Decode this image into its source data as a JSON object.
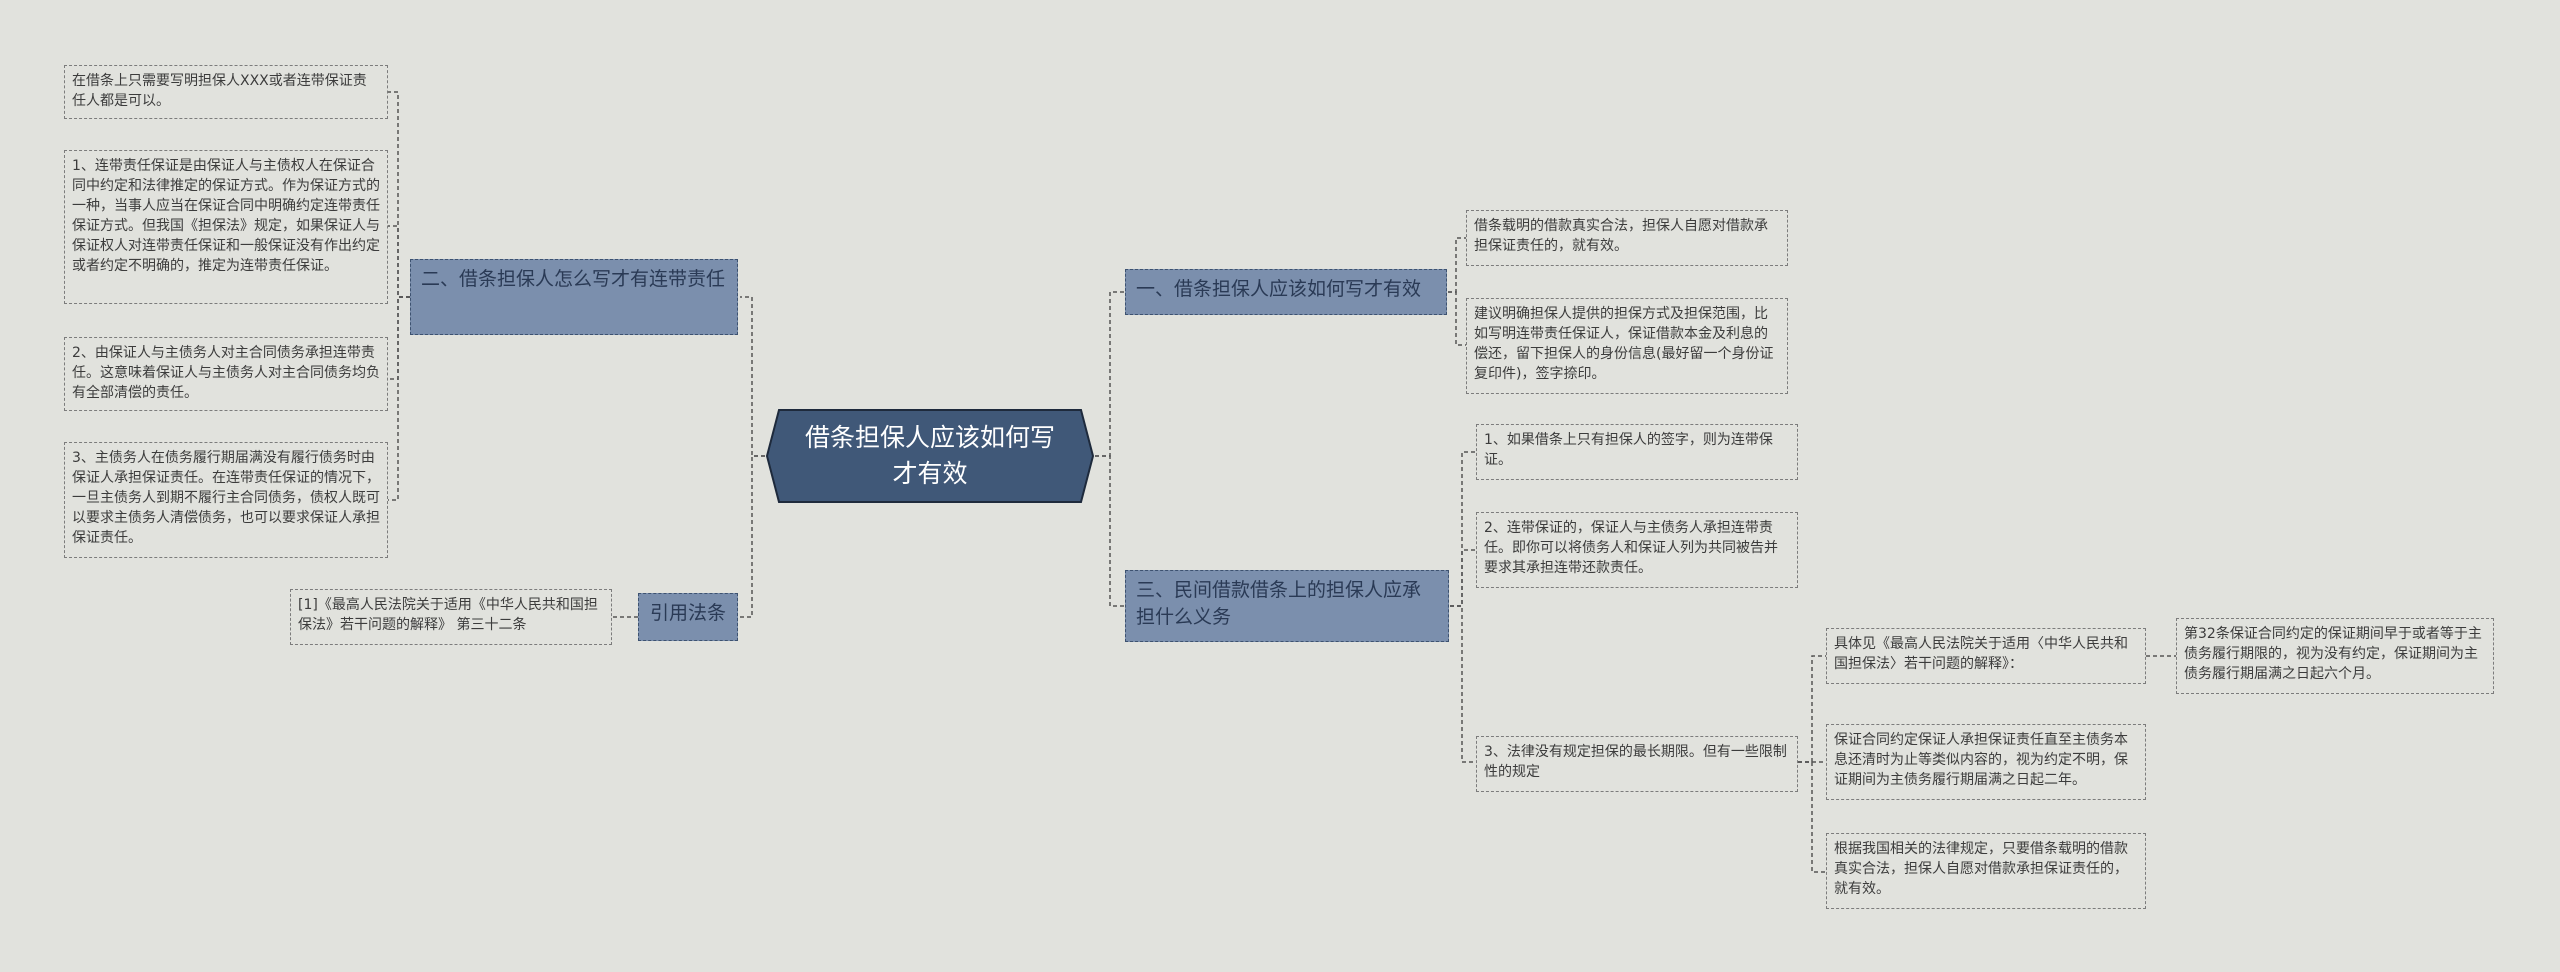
{
  "root": {
    "title": "借条担保人应该如何写才有效"
  },
  "colors": {
    "background": "#e1e2dd",
    "root": "#405878",
    "branch": "#7b8fad",
    "line": "#555555"
  },
  "left_branches": [
    {
      "label": "二、借条担保人怎么写才有连带责任",
      "leaves": [
        "在借条上只需要写明担保人XXX或者连带保证责任人都是可以。",
        "1、连带责任保证是由保证人与主债权人在保证合同中约定和法律推定的保证方式。作为保证方式的一种，当事人应当在保证合同中明确约定连带责任保证方式。但我国《担保法》规定，如果保证人与保证权人对连带责任保证和一般保证没有作出约定或者约定不明确的，推定为连带责任保证。",
        "2、由保证人与主债务人对主合同债务承担连带责任。这意味着保证人与主债务人对主合同债务均负有全部清偿的责任。",
        "3、主债务人在债务履行期届满没有履行债务时由保证人承担保证责任。在连带责任保证的情况下，一旦主债务人到期不履行主合同债务，债权人既可以要求主债务人清偿债务，也可以要求保证人承担保证责任。"
      ]
    },
    {
      "label": "引用法条",
      "leaves": [
        "[1]《最高人民法院关于适用《中华人民共和国担保法》若干问题的解释》 第三十二条"
      ]
    }
  ],
  "right_branches": [
    {
      "label": "一、借条担保人应该如何写才有效",
      "leaves": [
        "借条载明的借款真实合法，担保人自愿对借款承担保证责任的，就有效。",
        "建议明确担保人提供的担保方式及担保范围，比如写明连带责任保证人，保证借款本金及利息的偿还，留下担保人的身份信息(最好留一个身份证复印件)，签字捺印。"
      ]
    },
    {
      "label": "三、民间借款借条上的担保人应承担什么义务",
      "leaves": [
        "1、如果借条上只有担保人的签字，则为连带保证。",
        "2、连带保证的，保证人与主债务人承担连带责任。即你可以将债务人和保证人列为共同被告并要求其承担连带还款责任。",
        "3、法律没有规定担保的最长期限。但有一些限制性的规定"
      ],
      "sub_leaves": [
        "具体见《最高人民法院关于适用〈中华人民共和国担保法〉若干问题的解释》：",
        "保证合同约定保证人承担保证责任直至主债务本息还清时为止等类似内容的，视为约定不明，保证期间为主债务履行期届满之日起二年。",
        "根据我国相关的法律规定，只要借条载明的借款真实合法，担保人自愿对借款承担保证责任的，就有效。"
      ],
      "sub_sub_leaf": "第32条保证合同约定的保证期间早于或者等于主债务履行期限的，视为没有约定，保证期间为主债务履行期届满之日起六个月。"
    }
  ]
}
